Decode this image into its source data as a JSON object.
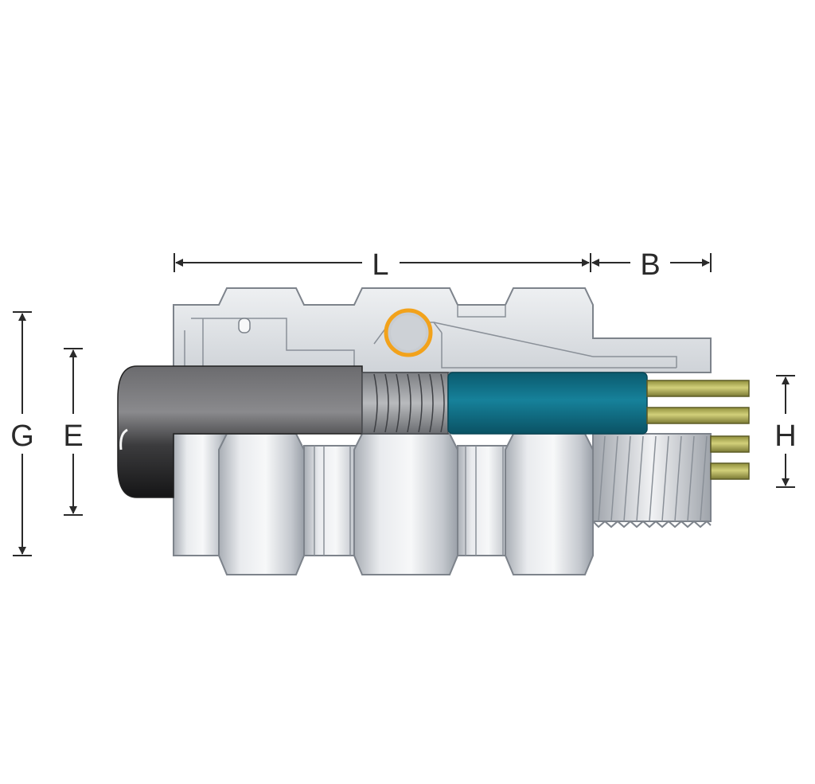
{
  "dimensions": {
    "L": "L",
    "B": "B",
    "G": "G",
    "E": "E",
    "H": "H"
  },
  "colors": {
    "metal_light": "#e4e6ea",
    "metal_mid": "#c3c7cd",
    "metal_dark": "#8d939b",
    "cable_outer": "#4a4a4c",
    "cable_armour": "#9a9ca0",
    "cable_inner_sheath": "#0f6f86",
    "conductor": "#b4b35a",
    "o_ring": "#f2a21b",
    "dimension_line": "#2a2a2a"
  }
}
